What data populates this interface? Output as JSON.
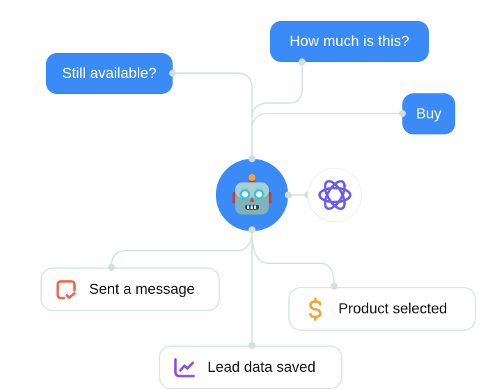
{
  "diagram": {
    "center_node": {
      "icon": "robot-icon",
      "color": "#3a8bf7"
    },
    "ai_node": {
      "icon": "openai-atom-icon",
      "icon_color": "#6b5cf0"
    },
    "input_messages": [
      {
        "label": "Still available?"
      },
      {
        "label": "How much is this?"
      },
      {
        "label": "Buy"
      }
    ],
    "output_actions": [
      {
        "label": "Sent a message",
        "icon": "message-check-icon",
        "icon_color": "#f2674f"
      },
      {
        "label": "Product selected",
        "icon": "dollar-icon",
        "icon_color": "#f6a532"
      },
      {
        "label": "Lead data saved",
        "icon": "chart-line-icon",
        "icon_color": "#8a4cf0"
      }
    ],
    "colors": {
      "bubble": "#3a8bf7",
      "connector": "#d5dede",
      "card_border": "#dfe6e6"
    }
  }
}
